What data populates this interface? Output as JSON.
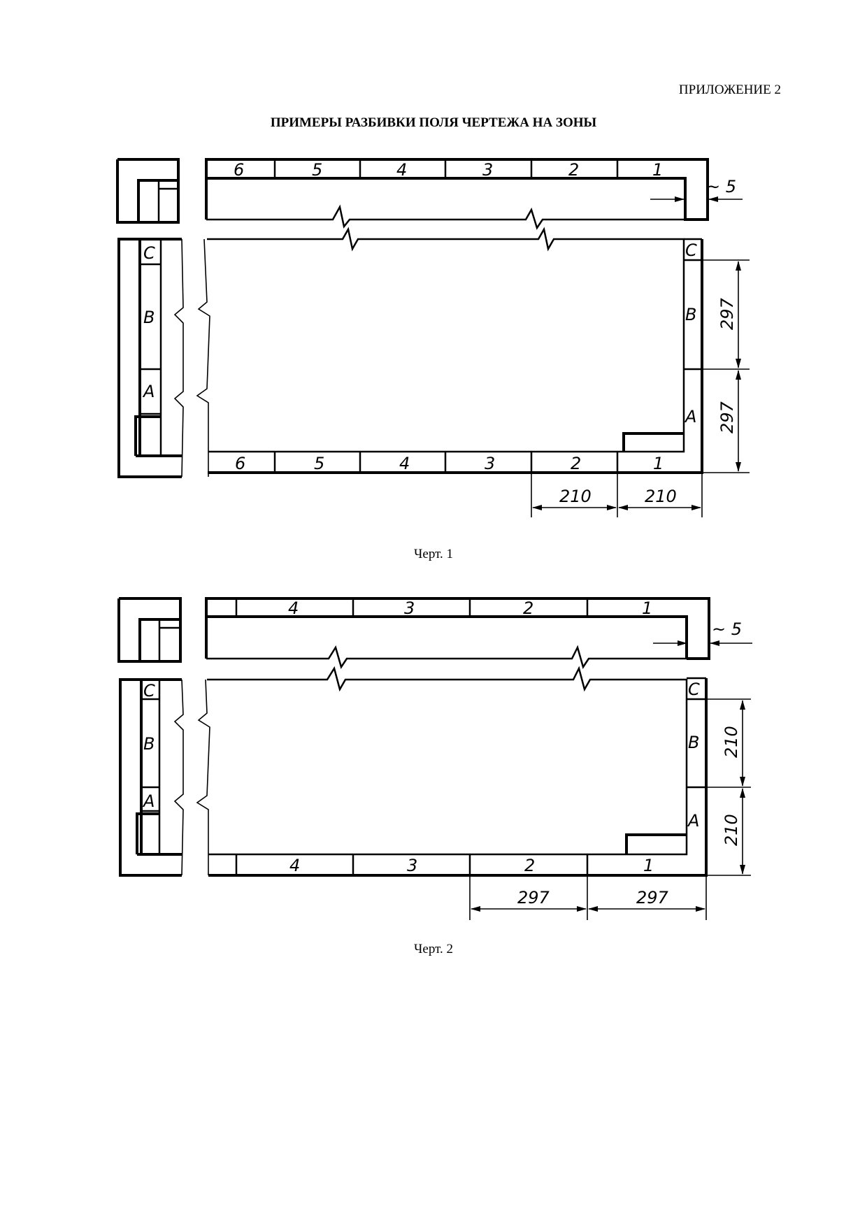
{
  "header": {
    "appendix": "ПРИЛОЖЕНИЕ 2"
  },
  "title": "ПРИМЕРЫ РАЗБИВКИ ПОЛЯ ЧЕРТЕЖА НА ЗОНЫ",
  "figure1": {
    "caption": "Черт. 1",
    "columns": [
      "6",
      "5",
      "4",
      "3",
      "2",
      "1"
    ],
    "rows": [
      "C",
      "B",
      "A"
    ],
    "margin_note": "~ 5",
    "vertical_dims": [
      "297",
      "297"
    ],
    "horizontal_dims": [
      "210",
      "210"
    ]
  },
  "figure2": {
    "caption": "Черт. 2",
    "columns": [
      "4",
      "3",
      "2",
      "1"
    ],
    "rows": [
      "C",
      "B",
      "A"
    ],
    "margin_note": "~ 5",
    "vertical_dims": [
      "210",
      "210"
    ],
    "horizontal_dims": [
      "297",
      "297"
    ]
  }
}
